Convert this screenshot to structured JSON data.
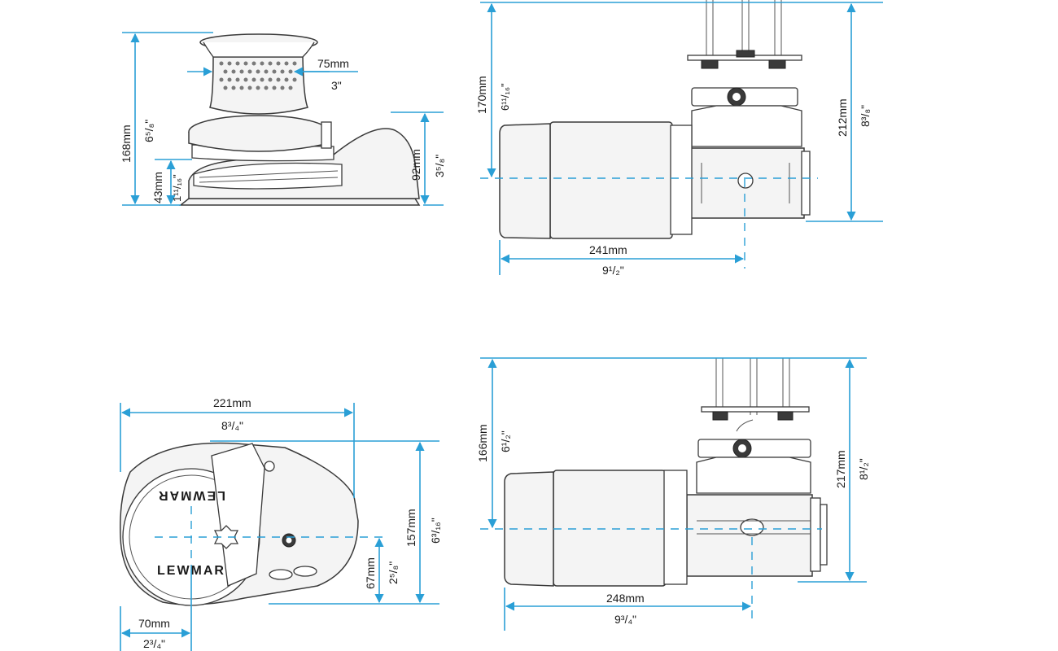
{
  "colors": {
    "dimension_line": "#2a9fd6",
    "outline": "#3a3a3a",
    "background": "#ffffff"
  },
  "views": {
    "side_view": {
      "width_mm": "75mm",
      "width_in": "3\"",
      "height_mm": "168mm",
      "height_in": "6⁵/₈\"",
      "base_mm": "43mm",
      "base_in": "1¹¹/₁₆\"",
      "body_mm": "92mm",
      "body_in": "3⁵/₈\""
    },
    "below_deck_top": {
      "depth_mm": "170mm",
      "depth_in": "6¹¹/₁₆\"",
      "total_mm": "212mm",
      "total_in": "8³/₈\"",
      "length_mm": "241mm",
      "length_in": "9¹/₂\""
    },
    "plan_view": {
      "length_mm": "221mm",
      "length_in": "8³/₄\"",
      "width_mm": "157mm",
      "width_in": "6³/₁₆\"",
      "offset_mm": "67mm",
      "offset_in": "2⁵/₈\"",
      "center_mm": "70mm",
      "center_in": "2³/₄\"",
      "brand_text": "LEWMAR"
    },
    "below_deck_bottom": {
      "depth_mm": "166mm",
      "depth_in": "6¹/₂\"",
      "total_mm": "217mm",
      "total_in": "8¹/₂\"",
      "length_mm": "248mm",
      "length_in": "9³/₄\""
    }
  }
}
